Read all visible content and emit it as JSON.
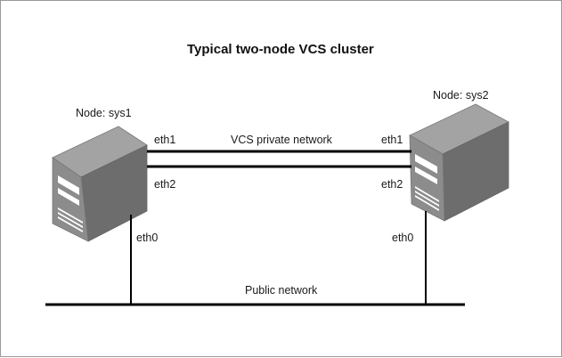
{
  "diagram": {
    "title": "Typical two-node VCS cluster",
    "nodes": [
      {
        "label": "Node: sys1",
        "interfaces": {
          "eth1": "eth1",
          "eth2": "eth2",
          "eth0": "eth0"
        }
      },
      {
        "label": "Node: sys2",
        "interfaces": {
          "eth1": "eth1",
          "eth2": "eth2",
          "eth0": "eth0"
        }
      }
    ],
    "private_network_label": "VCS private network",
    "public_network_label": "Public network",
    "icons": {
      "server": "server-tower-icon"
    },
    "colors": {
      "line": "#000000",
      "server_dark": "#6f6f6f",
      "server_mid": "#8a8a8a",
      "server_light": "#a9a9a9",
      "frame": "#9a9a9a"
    }
  }
}
